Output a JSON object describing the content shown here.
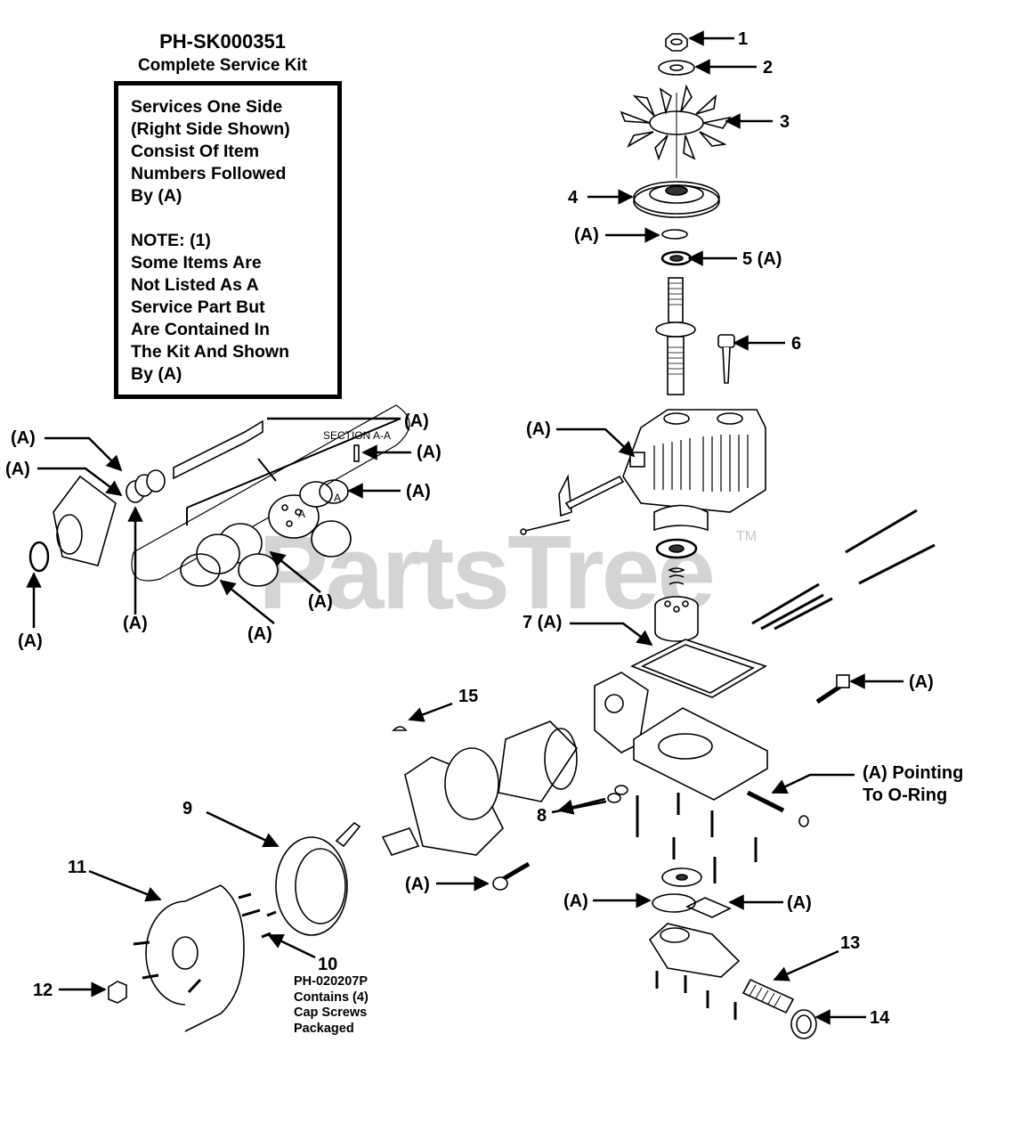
{
  "kit": {
    "part_number": "PH-SK000351",
    "subtitle": "Complete Service Kit",
    "note_lines": [
      "Services One Side",
      "(Right Side Shown)",
      "Consist Of Item",
      "Numbers Followed",
      "By (A)",
      "",
      "NOTE: (1)",
      "Some Items Are",
      "Not Listed As A",
      "Service Part But",
      "Are Contained In",
      "The Kit And Shown",
      "By (A)"
    ]
  },
  "watermark": {
    "text": "PartsTree",
    "tm": "TM"
  },
  "section_label": "SECTION A-A",
  "section_marker": "A",
  "callouts": {
    "c1": "1",
    "c2": "2",
    "c3": "3",
    "c4": "4",
    "cA_ring": "(A)",
    "c5": "5 (A)",
    "c6": "6",
    "cA_housing": "(A)",
    "c7": "7 (A)",
    "cA_valve": "(A)",
    "cA_oring": "(A) Pointing\nTo O-Ring",
    "c8": "8",
    "c9": "9",
    "c10": "10",
    "c11": "11",
    "c12": "12",
    "c13": "13",
    "c14": "14",
    "c15": "15",
    "cA_plug": "(A)",
    "cA_ring2": "(A)",
    "cA_gasket": "(A)",
    "cA_l1": "(A)",
    "cA_l2": "(A)",
    "cA_l3": "(A)",
    "cA_l4": "(A)",
    "cA_l5": "(A)",
    "cA_l6": "(A)",
    "cA_l7": "(A)",
    "cA_l8": "(A)",
    "cA_l9": "(A)"
  },
  "item10_note": "PH-020207P\nContains (4)\nCap Screws\nPackaged"
}
